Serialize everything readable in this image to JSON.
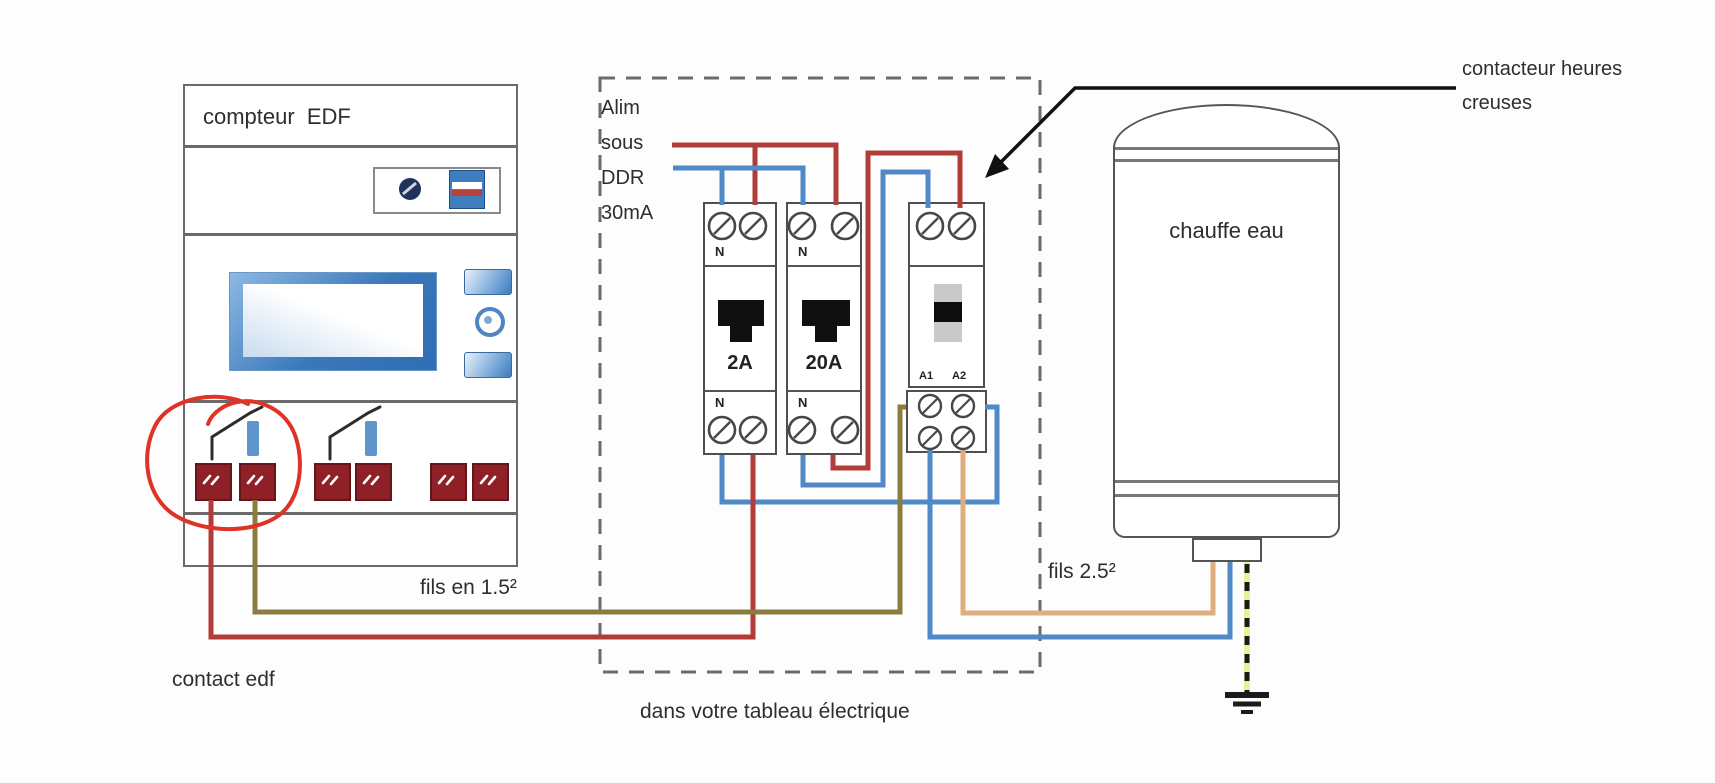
{
  "diagram": {
    "meter": {
      "title": "compteur  EDF"
    },
    "supply_label": {
      "lines": [
        "Alim",
        "sous",
        "DDR",
        "30mA"
      ]
    },
    "breakers": [
      {
        "rating": "2A"
      },
      {
        "rating": "20A"
      }
    ],
    "labels": {
      "neutral": "N"
    },
    "contactor": {
      "coil_terminals": [
        "A1",
        "A2"
      ]
    },
    "heater": {
      "label": "chauffe eau"
    },
    "annotations": {
      "contactor_callout_line1": "contacteur heures",
      "contactor_callout_line2": "creuses",
      "wire_size_panel": "fils en 1.5²",
      "wire_size_heater": "fils 2.5²",
      "edf_contact": "contact edf",
      "panel_caption": "dans votre tableau électrique"
    },
    "colors": {
      "wire_red": "#b23c38",
      "wire_blue": "#5089c8",
      "wire_olive": "#8b7d3f",
      "wire_orange": "#dfae7e",
      "wire_earth_yellow": "#e9f29a",
      "terminal_red": "#8f2025",
      "terminal_red_border": "#64161a",
      "annotation_red": "#df3327",
      "outline": "#4f4f4f",
      "dashed_border": "#6b6b6b",
      "accent_blue": "#3f7dbd",
      "accent_blue_light": "#cfe2f4",
      "text": "#2e2e2e"
    }
  }
}
